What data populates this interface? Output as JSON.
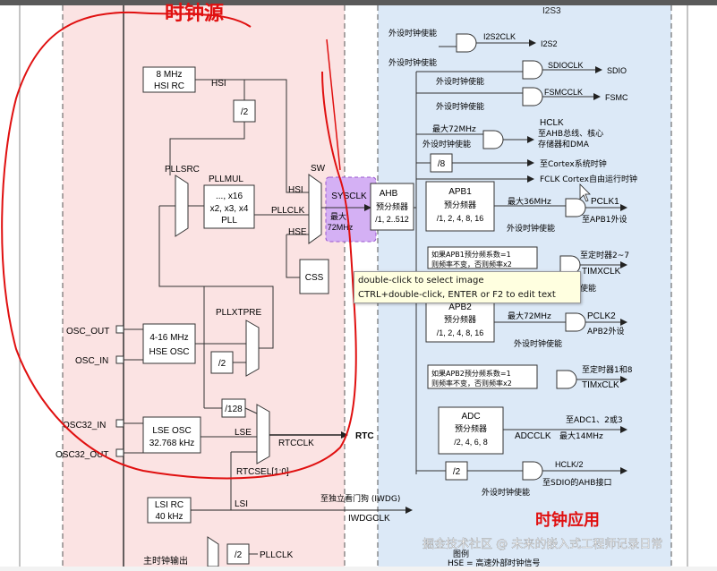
{
  "colors": {
    "left_bg": "#fbe3e3",
    "right_bg": "#dce9f7",
    "red_annot": "#e01010",
    "tooltip_bg": "#ffffe0",
    "select_box": "#c99af0"
  },
  "annotations": {
    "top_title": "时钟源",
    "bottom_title": "时钟应用"
  },
  "blocks": {
    "hsi_rc": [
      "8 MHz",
      "HSI RC"
    ],
    "div2_top": "/2",
    "pllsrc": "PLLSRC",
    "pllmul": "PLLMUL",
    "pll_box": [
      "..., x16",
      "x2, x3, x4",
      "PLL"
    ],
    "sw": "SW",
    "sysclk": "SYSCLK",
    "sysclk_max": [
      "最大",
      "72MHz"
    ],
    "ahb": [
      "AHB",
      "预分频器",
      "/1, 2..512"
    ],
    "css": "CSS",
    "pllxtpre": "PLLXTPRE",
    "hse_osc": [
      "4-16 MHz",
      "HSE OSC"
    ],
    "div2_hse": "/2",
    "div128": "/128",
    "lse_osc": [
      "LSE OSC",
      "32.768 kHz"
    ],
    "lsi_rc": [
      "LSI RC",
      "40 kHz"
    ],
    "div2_mco": "/2"
  },
  "signals": {
    "hsi": "HSI",
    "pllclk": "PLLCLK",
    "hse": "HSE",
    "lse": "LSE",
    "lsi": "LSI",
    "rtcclk": "RTCCLK",
    "rtc": "RTC",
    "rtcsel": "RTCSEL[1:0]",
    "iwdg_to": "至独立看门狗 (IWDG)",
    "iwdgclk": "IWDGCLK",
    "mco_label": "主时钟输出",
    "mco_pllclk": "PLLCLK"
  },
  "pins": {
    "osc_out": "OSC_OUT",
    "osc_in": "OSC_IN",
    "osc32_in": "OSC32_IN",
    "osc32_out": "OSC32_OUT"
  },
  "outputs": {
    "ext_enable": "外设时钟使能",
    "i2s2clk": "I2S2CLK",
    "i2s2": "I2S2",
    "sdioclk": "SDIOCLK",
    "sdio": "SDIO",
    "fsmcclk": "FSMCCLK",
    "fsmc": "FSMC",
    "max72": "最大72MHz",
    "hclk": "HCLK",
    "hclk_desc1": "至AHB总线、核心",
    "hclk_desc2": "存储器和DMA",
    "div8": "/8",
    "cortex_timer": "至Cortex系统时钟",
    "fclk": "FCLK Cortex自由运行时钟",
    "apb1": [
      "APB1",
      "预分频器",
      "/1, 2, 4, 8, 16"
    ],
    "max36": "最大36MHz",
    "pclk1": "PCLK1",
    "pclk1_to": "至APB1外设",
    "apb1_note": [
      "如果APB1预分频系数=1",
      "则频率不变，否则频率x2"
    ],
    "timer2_7": "至定时器2~7",
    "timxclk": "TIMXCLK",
    "enable_short": "使能",
    "apb2": [
      "APB2",
      "预分频器",
      "/1, 2, 4, 8, 16"
    ],
    "max72b": "最大72MHz",
    "pclk2": "PCLK2",
    "pclk2_to": "APB2外设",
    "apb2_note": [
      "如果APB2预分频系数=1",
      "则频率不变，否则频率x2"
    ],
    "timer1_8": "至定时器1和8",
    "tim1clk": "TIMxCLK",
    "adc": [
      "ADC",
      "预分频器",
      "/2, 4, 6, 8"
    ],
    "adc_to": "至ADC1、2或3",
    "adcclk": "ADCCLK",
    "max14": "最大14MHz",
    "div2_bottom": "/2",
    "hclk2": "HCLK/2",
    "sdio_ahb": "至SDIO的AHB接口",
    "legend_hse": "HSE = 高速外部时钟信号",
    "legend_title": "图例"
  },
  "tooltip": {
    "line1": "double-click to select image",
    "line2": "CTRL+double-click, ENTER or F2 to edit text"
  },
  "watermark": "掘金技术社区 @ 未来的嵌入式工程师记录日常",
  "top_edge_labels": [
    "I2S3"
  ]
}
